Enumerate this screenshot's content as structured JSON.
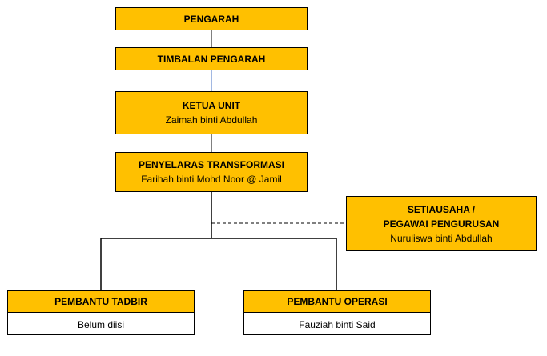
{
  "colors": {
    "box_fill": "#FFC000",
    "line": "#000000",
    "link_blue": "#4472C4"
  },
  "org": {
    "pengarah": {
      "title": "PENGARAH"
    },
    "timbalan": {
      "title": "TIMBALAN PENGARAH"
    },
    "ketua": {
      "title": "KETUA UNIT",
      "name": "Zaimah binti Abdullah"
    },
    "penyelaras": {
      "title": "PENYELARAS TRANSFORMASI",
      "name": "Farihah binti Mohd Noor @ Jamil"
    },
    "setiausaha": {
      "title_line1": "SETIAUSAHA /",
      "title_line2": "PEGAWAI PENGURUSAN",
      "name": "Nuruliswa binti Abdullah"
    },
    "pembantu_tadbir": {
      "title": "PEMBANTU TADBIR",
      "name": "Belum diisi"
    },
    "pembantu_operasi": {
      "title": "PEMBANTU OPERASI",
      "name": "Fauziah binti Said"
    }
  }
}
